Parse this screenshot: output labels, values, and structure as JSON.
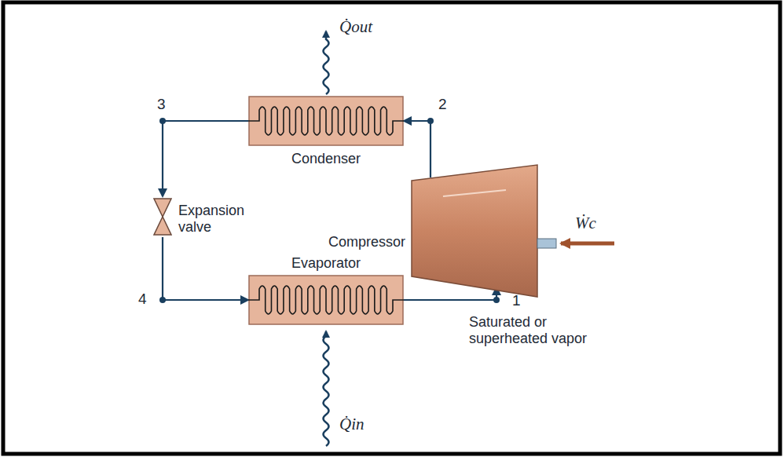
{
  "diagram": {
    "nodes": [
      {
        "text": [
          "Condenser"
        ]
      },
      {
        "text": [
          "Expansion valve"
        ]
      },
      {
        "text": [
          "Compressor"
        ]
      },
      {
        "text": [
          "Evaporator"
        ]
      }
    ],
    "edges": [
      {
        "from": 0,
        "to": 1,
        "arrow": "to"
      },
      {
        "from": 1,
        "to": 3,
        "arrow": "to"
      },
      {
        "from": 3,
        "to": 2,
        "arrow": "to"
      },
      {
        "from": 2,
        "to": 0,
        "arrow": "to"
      }
    ],
    "labels": [
      "3",
      "2",
      "4",
      "1",
      "Saturated or superheated vapor",
      "Q̇out",
      "Q̇in",
      "Ẇc"
    ]
  }
}
